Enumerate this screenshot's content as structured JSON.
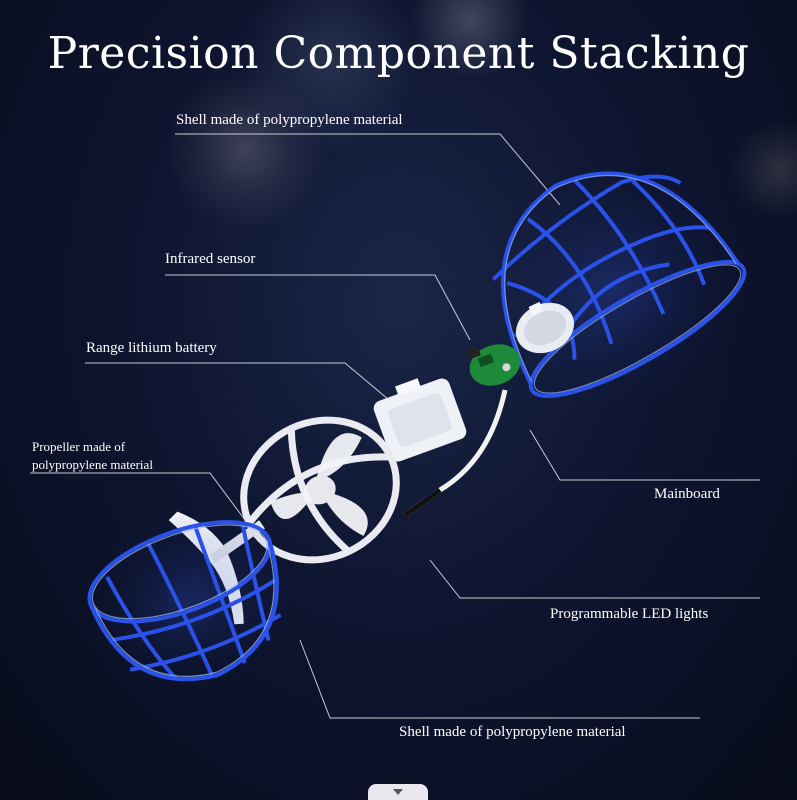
{
  "title": "Precision Component Stacking",
  "labels": {
    "shell_top": "Shell made of polypropylene material",
    "infrared": "Infrared sensor",
    "battery": "Range lithium battery",
    "propeller_line1": "Propeller made of",
    "propeller_line2": "polypropylene material",
    "mainboard": "Mainboard",
    "led": "Programmable LED lights",
    "shell_bottom": "Shell made of polypropylene material"
  },
  "icons": {
    "scroll": "chevron-down-icon"
  },
  "colors": {
    "shell_blue": "#1c3fd0",
    "board_green": "#1d8a3a",
    "text": "#ffffff"
  }
}
